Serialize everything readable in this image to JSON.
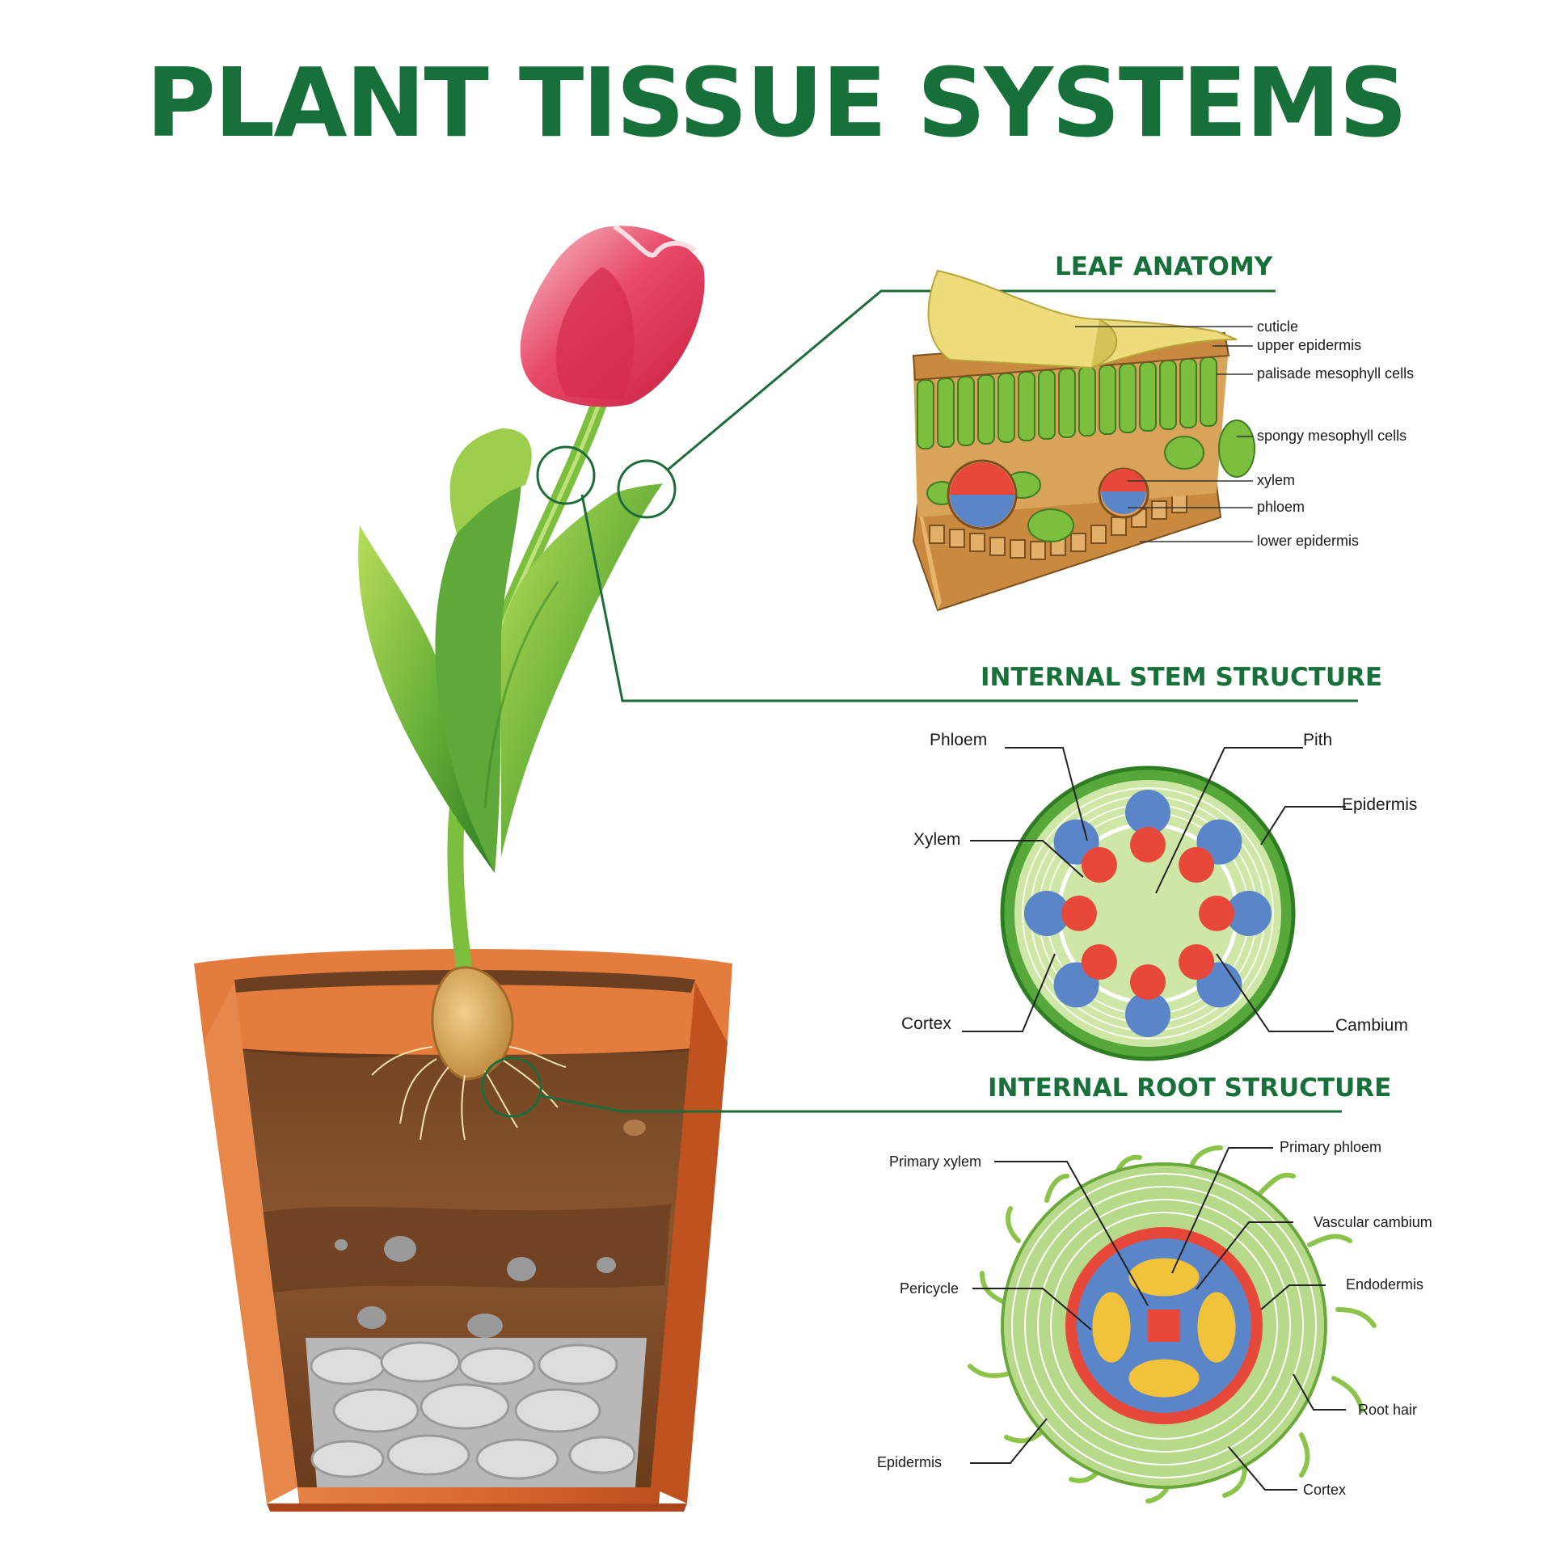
{
  "title": "PLANT TISSUE SYSTEMS",
  "sections": {
    "leaf": {
      "title": "LEAF ANATOMY",
      "labels": [
        "cuticle",
        "upper epidermis",
        "palisade mesophyll cells",
        "spongy mesophyll cells",
        "xylem",
        "phloem",
        "lower epidermis"
      ]
    },
    "stem": {
      "title": "INTERNAL STEM STRUCTURE",
      "labels": [
        "Phloem",
        "Pith",
        "Epidermis",
        "Xylem",
        "Cortex",
        "Cambium"
      ]
    },
    "root": {
      "title": "INTERNAL ROOT STRUCTURE",
      "labels": [
        "Primary xylem",
        "Primary phloem",
        "Vascular cambium",
        "Endodermis",
        "Pericycle",
        "Root hair",
        "Epidermis",
        "Cortex"
      ]
    }
  },
  "colors": {
    "title": "#17703a",
    "leader": "#1e6b3a",
    "xylem": "#e8483a",
    "phloem": "#5a86c9",
    "pot": "#d9692f",
    "soil": "#7a4a26",
    "petal": "#e23a5a",
    "leaf_green": "#6cb33a"
  }
}
